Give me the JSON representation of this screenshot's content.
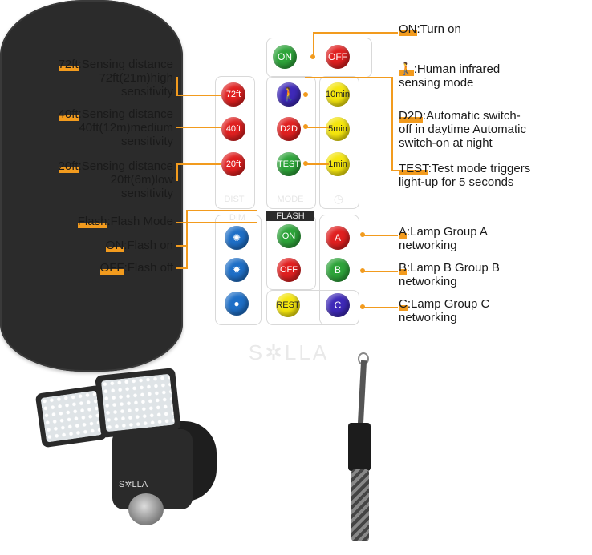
{
  "remote": {
    "buttons": {
      "on": "ON",
      "off": "OFF",
      "ft72": "72ft",
      "ft40": "40ft",
      "ft20": "20ft",
      "human_icon": "human-infrared-icon",
      "d2d": "D2D",
      "test": "TEST",
      "min10": "10min",
      "min5": "5min",
      "min1": "1min",
      "flash_on": "ON",
      "flash_off": "OFF",
      "a": "A",
      "b": "B",
      "c": "C",
      "rest": "REST"
    },
    "panel_labels": {
      "dist": "DIST",
      "mode": "MODE",
      "dim": "DIM",
      "flash": "FLASH"
    },
    "brand": "S✲LLA"
  },
  "annotations": {
    "on": {
      "key": "ON",
      "text": ":Turn on"
    },
    "human": {
      "line1": ":Human infrared",
      "line2": "sensing mode"
    },
    "d2d": {
      "key": "D2D",
      "line1": ":Automatic switch-",
      "line2": "off in daytime Automatic",
      "line3": "switch-on at night"
    },
    "test": {
      "key": "TEST",
      "line1": ":Test mode triggers",
      "line2": "light-up for 5 seconds"
    },
    "ft72": {
      "key": "72ft",
      "line1": ":Sensing distance",
      "line2": "72ft(21m)high",
      "line3": "sensitivity"
    },
    "ft40": {
      "key": "40ft",
      "line1": ":Sensing distance",
      "line2": "40ft(12m)medium",
      "line3": "sensitivity"
    },
    "ft20": {
      "key": "20ft",
      "line1": ":Sensing distance",
      "line2": "20ft(6m)low",
      "line3": "sensitivity"
    },
    "flash": {
      "key": "Flash",
      "text": ":Flash Mode"
    },
    "flash_on": {
      "key": "ON",
      "text": ":Flash on"
    },
    "flash_off": {
      "key": "OFF",
      "text": ":Flash off"
    },
    "a": {
      "key": "A",
      "line1": ":Lamp Group A",
      "line2": "networking"
    },
    "b": {
      "key": "B",
      "line1": ":Lamp B Group B",
      "line2": "networking"
    },
    "c": {
      "key": "C",
      "line1": ":Lamp Group C",
      "line2": "networking"
    }
  },
  "lamp": {
    "brand": "S✲LLA"
  },
  "colors": {
    "accent": "#f29b1e",
    "red": "#e02020",
    "green": "#2ea43a",
    "yellow": "#f5e60e",
    "blue": "#1e6fc7",
    "purple": "#3e29b8"
  }
}
